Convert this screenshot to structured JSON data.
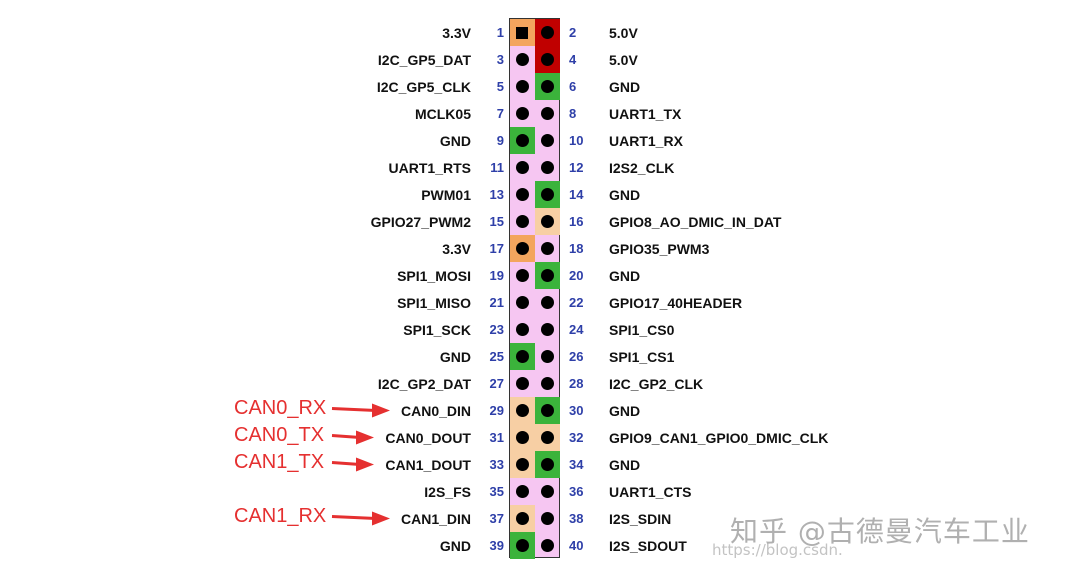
{
  "pins": [
    {
      "left": {
        "num": "1",
        "label": "3.3V",
        "color": "#f3a55e",
        "marker": "square"
      },
      "right": {
        "num": "2",
        "label": "5.0V",
        "color": "#c00000"
      }
    },
    {
      "left": {
        "num": "3",
        "label": "I2C_GP5_DAT",
        "color": ""
      },
      "right": {
        "num": "4",
        "label": "5.0V",
        "color": "#c00000"
      }
    },
    {
      "left": {
        "num": "5",
        "label": "I2C_GP5_CLK",
        "color": ""
      },
      "right": {
        "num": "6",
        "label": "GND",
        "color": "#3bb33b"
      }
    },
    {
      "left": {
        "num": "7",
        "label": "MCLK05",
        "color": ""
      },
      "right": {
        "num": "8",
        "label": "UART1_TX",
        "color": ""
      }
    },
    {
      "left": {
        "num": "9",
        "label": "GND",
        "color": "#3bb33b"
      },
      "right": {
        "num": "10",
        "label": "UART1_RX",
        "color": ""
      }
    },
    {
      "left": {
        "num": "11",
        "label": "UART1_RTS",
        "color": ""
      },
      "right": {
        "num": "12",
        "label": "I2S2_CLK",
        "color": ""
      }
    },
    {
      "left": {
        "num": "13",
        "label": "PWM01",
        "color": ""
      },
      "right": {
        "num": "14",
        "label": "GND",
        "color": "#3bb33b"
      }
    },
    {
      "left": {
        "num": "15",
        "label": "GPIO27_PWM2",
        "color": ""
      },
      "right": {
        "num": "16",
        "label": "GPIO8_AO_DMIC_IN_DAT",
        "color": "#f7cfa4"
      }
    },
    {
      "left": {
        "num": "17",
        "label": "3.3V",
        "color": "#f3a55e"
      },
      "right": {
        "num": "18",
        "label": "GPIO35_PWM3",
        "color": ""
      }
    },
    {
      "left": {
        "num": "19",
        "label": "SPI1_MOSI",
        "color": ""
      },
      "right": {
        "num": "20",
        "label": "GND",
        "color": "#3bb33b"
      }
    },
    {
      "left": {
        "num": "21",
        "label": "SPI1_MISO",
        "color": ""
      },
      "right": {
        "num": "22",
        "label": "GPIO17_40HEADER",
        "color": ""
      }
    },
    {
      "left": {
        "num": "23",
        "label": "SPI1_SCK",
        "color": ""
      },
      "right": {
        "num": "24",
        "label": "SPI1_CS0",
        "color": ""
      }
    },
    {
      "left": {
        "num": "25",
        "label": "GND",
        "color": "#3bb33b"
      },
      "right": {
        "num": "26",
        "label": "SPI1_CS1",
        "color": ""
      }
    },
    {
      "left": {
        "num": "27",
        "label": "I2C_GP2_DAT",
        "color": ""
      },
      "right": {
        "num": "28",
        "label": "I2C_GP2_CLK",
        "color": ""
      }
    },
    {
      "left": {
        "num": "29",
        "label": "CAN0_DIN",
        "color": "#f7cfa4"
      },
      "right": {
        "num": "30",
        "label": "GND",
        "color": "#3bb33b"
      }
    },
    {
      "left": {
        "num": "31",
        "label": "CAN0_DOUT",
        "color": "#f7cfa4"
      },
      "right": {
        "num": "32",
        "label": "GPIO9_CAN1_GPIO0_DMIC_CLK",
        "color": "#f7cfa4"
      }
    },
    {
      "left": {
        "num": "33",
        "label": "CAN1_DOUT",
        "color": "#f7cfa4"
      },
      "right": {
        "num": "34",
        "label": "GND",
        "color": "#3bb33b"
      }
    },
    {
      "left": {
        "num": "35",
        "label": "I2S_FS",
        "color": ""
      },
      "right": {
        "num": "36",
        "label": "UART1_CTS",
        "color": ""
      }
    },
    {
      "left": {
        "num": "37",
        "label": "CAN1_DIN",
        "color": "#f7cfa4"
      },
      "right": {
        "num": "38",
        "label": "I2S_SDIN",
        "color": ""
      }
    },
    {
      "left": {
        "num": "39",
        "label": "GND",
        "color": "#3bb33b"
      },
      "right": {
        "num": "40",
        "label": "I2S_SDOUT",
        "color": ""
      }
    }
  ],
  "callouts": [
    {
      "text": "CAN0_RX",
      "pin_row": 14
    },
    {
      "text": "CAN0_TX",
      "pin_row": 15
    },
    {
      "text": "CAN1_TX",
      "pin_row": 16
    },
    {
      "text": "CAN1_RX",
      "pin_row": 18
    }
  ],
  "watermark": {
    "text": "知乎 @古德曼汽车工业",
    "url": "https://blog.csdn."
  },
  "colors": {
    "header_bg": "#f6c6f2",
    "callout": "#e53030",
    "pin_number": "#2e3fa8"
  }
}
